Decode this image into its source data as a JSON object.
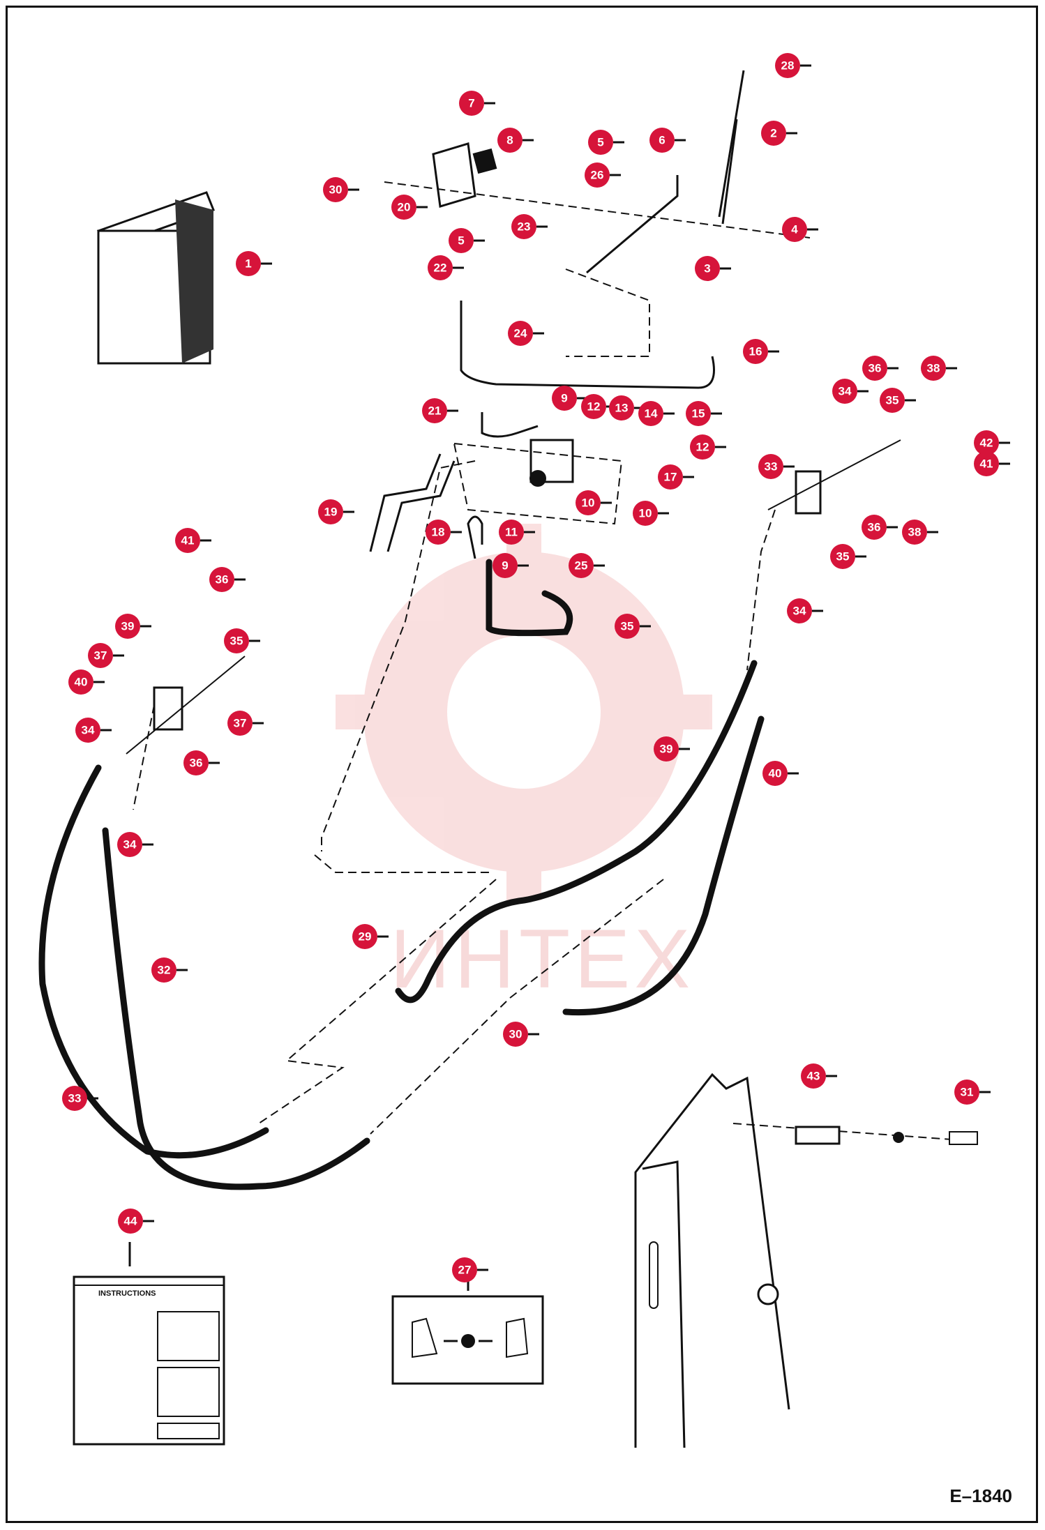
{
  "diagram": {
    "drawing_code": "E–1840",
    "watermark_text": "ИНТЕХ",
    "colors": {
      "callout": "#d6143a",
      "ink": "#111111",
      "watermark": "#f2bcbc"
    },
    "callouts": [
      "1",
      "2",
      "3",
      "4",
      "5",
      "5",
      "6",
      "7",
      "8",
      "9",
      "9",
      "10",
      "10",
      "11",
      "12",
      "12",
      "13",
      "14",
      "15",
      "16",
      "17",
      "18",
      "19",
      "20",
      "21",
      "22",
      "23",
      "24",
      "25",
      "26",
      "27",
      "28",
      "29",
      "30",
      "30",
      "31",
      "32",
      "33",
      "33",
      "34",
      "34",
      "34",
      "34",
      "35",
      "35",
      "35",
      "35",
      "36",
      "36",
      "36",
      "36",
      "37",
      "37",
      "38",
      "38",
      "39",
      "39",
      "40",
      "40",
      "41",
      "41",
      "42",
      "43",
      "44"
    ],
    "decal_43": {
      "heading": "INSTRUCTIONS"
    }
  }
}
